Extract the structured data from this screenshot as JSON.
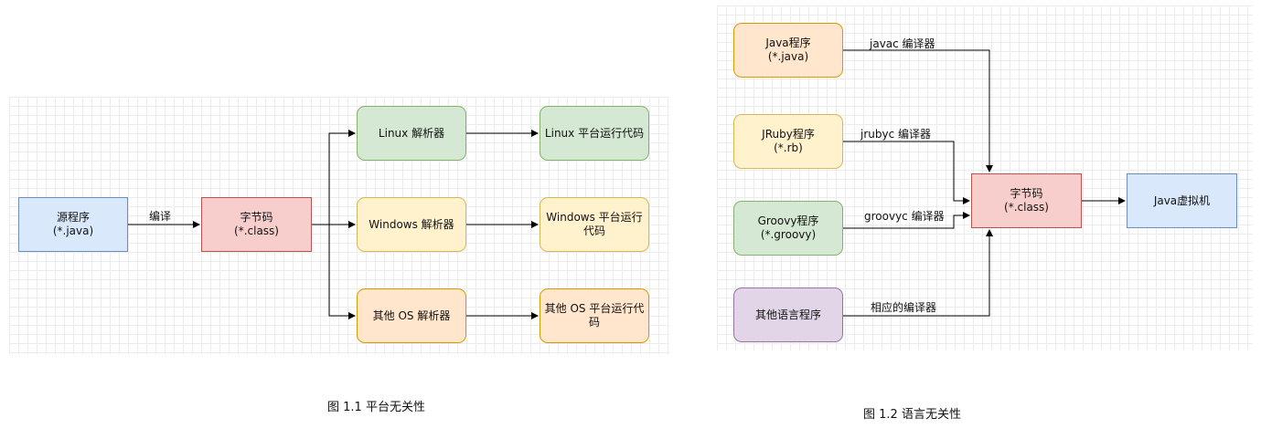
{
  "figure1": {
    "caption": "图 1.1 平台无关性",
    "source": {
      "line1": "源程序",
      "line2": "(*.java)"
    },
    "edge_label": "编译",
    "bytecode": {
      "line1": "字节码",
      "line2": "(*.class)"
    },
    "interpreters": [
      {
        "label": "Linux 解析器",
        "target": "Linux 平台运行代码"
      },
      {
        "label": "Windows 解析器",
        "target": "Windows 平台运行代码"
      },
      {
        "label": "其他 OS 解析器",
        "target": "其他 OS 平台运行代码"
      }
    ]
  },
  "figure2": {
    "caption": "图 1.2 语言无关性",
    "sources": [
      {
        "line1": "Java程序",
        "line2": "(*.java)",
        "edge_label": "javac 编译器"
      },
      {
        "line1": "JRuby程序",
        "line2": "(*.rb)",
        "edge_label": "jrubyc 编译器"
      },
      {
        "line1": "Groovy程序",
        "line2": "(*.groovy)",
        "edge_label": "groovyc 编译器"
      },
      {
        "line1": "其他语言程序",
        "line2": "",
        "edge_label": "相应的编译器"
      }
    ],
    "bytecode": {
      "line1": "字节码",
      "line2": "(*.class)"
    },
    "jvm": "Java虚拟机"
  }
}
